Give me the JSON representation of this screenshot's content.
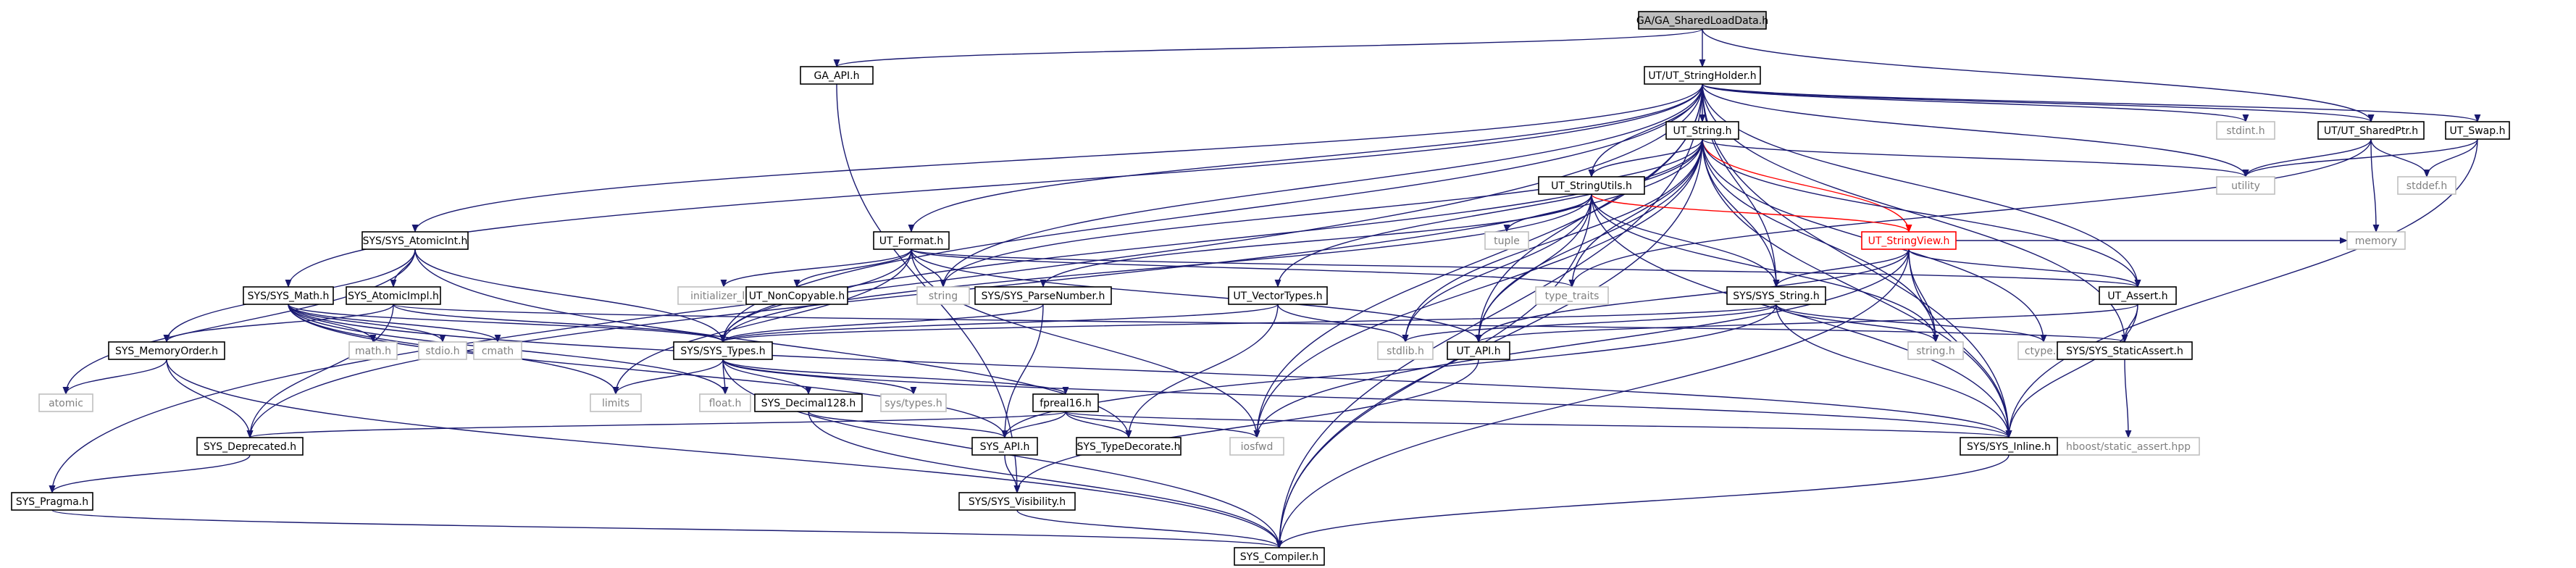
{
  "diagram": {
    "nodes": [
      {
        "id": "root",
        "label": "GA/GA_SharedLoadData.h",
        "kind": "root"
      },
      {
        "id": "ga_api",
        "label": "GA_API.h",
        "kind": "doc"
      },
      {
        "id": "ut_strholder",
        "label": "UT/UT_StringHolder.h",
        "kind": "doc"
      },
      {
        "id": "ut_string",
        "label": "UT_String.h",
        "kind": "doc"
      },
      {
        "id": "stdint",
        "label": "stdint.h",
        "kind": "ext"
      },
      {
        "id": "ut_sharedptr",
        "label": "UT/UT_SharedPtr.h",
        "kind": "doc"
      },
      {
        "id": "ut_swap",
        "label": "UT_Swap.h",
        "kind": "doc"
      },
      {
        "id": "utility",
        "label": "utility",
        "kind": "ext"
      },
      {
        "id": "stddef",
        "label": "stddef.h",
        "kind": "ext"
      },
      {
        "id": "memory",
        "label": "memory",
        "kind": "ext"
      },
      {
        "id": "ut_strutils",
        "label": "UT_StringUtils.h",
        "kind": "doc"
      },
      {
        "id": "sys_atomicint",
        "label": "SYS/SYS_AtomicInt.h",
        "kind": "doc"
      },
      {
        "id": "ut_format",
        "label": "UT_Format.h",
        "kind": "doc"
      },
      {
        "id": "tuple",
        "label": "tuple",
        "kind": "ext"
      },
      {
        "id": "ut_strview",
        "label": "UT_StringView.h",
        "kind": "red"
      },
      {
        "id": "type_traits",
        "label": "type_traits",
        "kind": "ext"
      },
      {
        "id": "sys_math",
        "label": "SYS/SYS_Math.h",
        "kind": "doc"
      },
      {
        "id": "sys_atomicimpl",
        "label": "SYS_AtomicImpl.h",
        "kind": "doc"
      },
      {
        "id": "init_list",
        "label": "initializer_list",
        "kind": "ext"
      },
      {
        "id": "ut_noncopy",
        "label": "UT_NonCopyable.h",
        "kind": "doc"
      },
      {
        "id": "string",
        "label": "string",
        "kind": "ext"
      },
      {
        "id": "sys_parsenum",
        "label": "SYS/SYS_ParseNumber.h",
        "kind": "doc"
      },
      {
        "id": "ut_vectypes",
        "label": "UT_VectorTypes.h",
        "kind": "doc"
      },
      {
        "id": "sys_string",
        "label": "SYS/SYS_String.h",
        "kind": "doc"
      },
      {
        "id": "ut_assert",
        "label": "UT_Assert.h",
        "kind": "doc"
      },
      {
        "id": "sys_memorder",
        "label": "SYS_MemoryOrder.h",
        "kind": "doc"
      },
      {
        "id": "mathh",
        "label": "math.h",
        "kind": "ext"
      },
      {
        "id": "stdio",
        "label": "stdio.h",
        "kind": "ext"
      },
      {
        "id": "cmath",
        "label": "cmath",
        "kind": "ext"
      },
      {
        "id": "sys_types",
        "label": "SYS/SYS_Types.h",
        "kind": "doc"
      },
      {
        "id": "stdlib",
        "label": "stdlib.h",
        "kind": "ext"
      },
      {
        "id": "ut_api",
        "label": "UT_API.h",
        "kind": "doc"
      },
      {
        "id": "stringh",
        "label": "string.h",
        "kind": "ext"
      },
      {
        "id": "ctype",
        "label": "ctype.h",
        "kind": "ext"
      },
      {
        "id": "sys_staticassert",
        "label": "SYS/SYS_StaticAssert.h",
        "kind": "doc"
      },
      {
        "id": "atomic",
        "label": "atomic",
        "kind": "ext"
      },
      {
        "id": "limits",
        "label": "limits",
        "kind": "ext"
      },
      {
        "id": "floath",
        "label": "float.h",
        "kind": "ext"
      },
      {
        "id": "sys_dec128",
        "label": "SYS_Decimal128.h",
        "kind": "doc"
      },
      {
        "id": "systypes",
        "label": "sys/types.h",
        "kind": "ext"
      },
      {
        "id": "fpreal16",
        "label": "fpreal16.h",
        "kind": "doc"
      },
      {
        "id": "hboost",
        "label": "hboost/static_assert.hpp",
        "kind": "ext"
      },
      {
        "id": "sys_deprecated",
        "label": "SYS_Deprecated.h",
        "kind": "doc"
      },
      {
        "id": "iosfwd",
        "label": "iosfwd",
        "kind": "ext"
      },
      {
        "id": "sys_api",
        "label": "SYS_API.h",
        "kind": "doc"
      },
      {
        "id": "sys_typedecorate",
        "label": "SYS_TypeDecorate.h",
        "kind": "doc"
      },
      {
        "id": "sys_inline",
        "label": "SYS/SYS_Inline.h",
        "kind": "doc"
      },
      {
        "id": "sys_pragma",
        "label": "SYS_Pragma.h",
        "kind": "doc"
      },
      {
        "id": "sys_visibility",
        "label": "SYS/SYS_Visibility.h",
        "kind": "doc"
      },
      {
        "id": "sys_compiler",
        "label": "SYS_Compiler.h",
        "kind": "doc"
      }
    ]
  }
}
